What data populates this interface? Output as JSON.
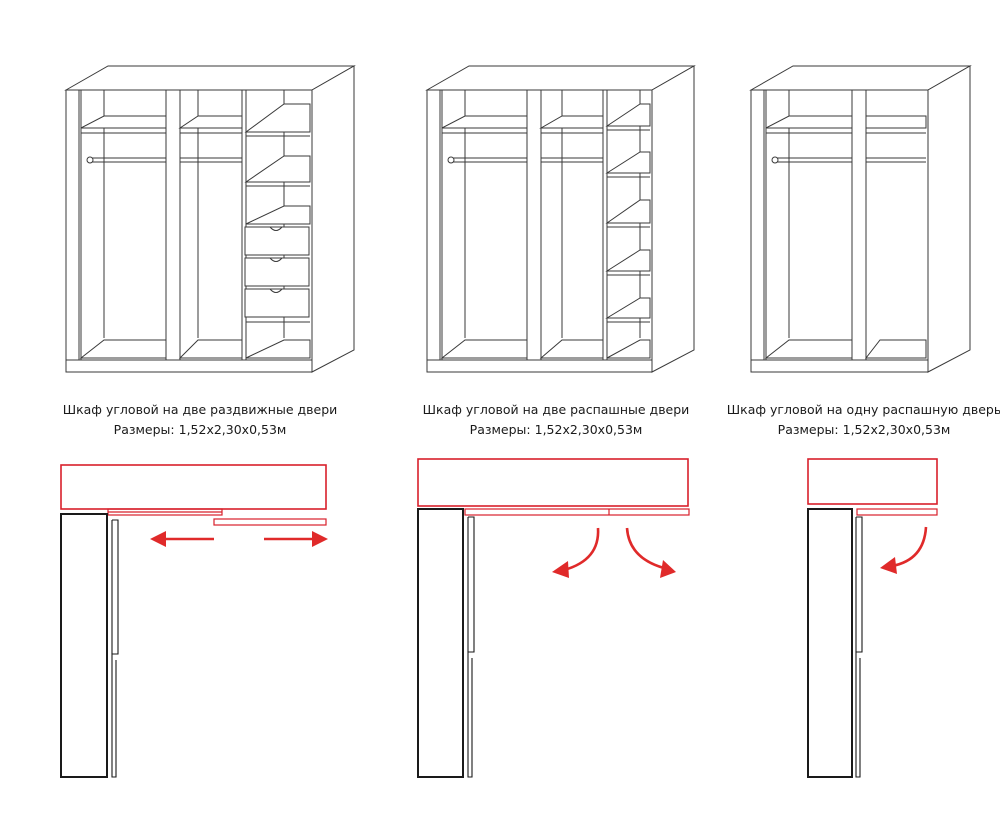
{
  "variants": [
    {
      "id": "sliding",
      "title": "Шкаф угловой на две раздвижные двери",
      "size": "Размеры: 1,52х2,30х0,53м"
    },
    {
      "id": "two-swing",
      "title": "Шкаф угловой на две распашные двери",
      "size": "Размеры: 1,52х2,30х0,53м"
    },
    {
      "id": "one-swing",
      "title": "Шкаф угловой на одну распашную дверь",
      "size": "Размеры: 1,52х2,30х0,53м"
    }
  ],
  "colors": {
    "line": "#3a3a3a",
    "plan_red": "#d8202b",
    "arrow_red": "#e02a2a",
    "plan_black": "#1a1a1a"
  }
}
